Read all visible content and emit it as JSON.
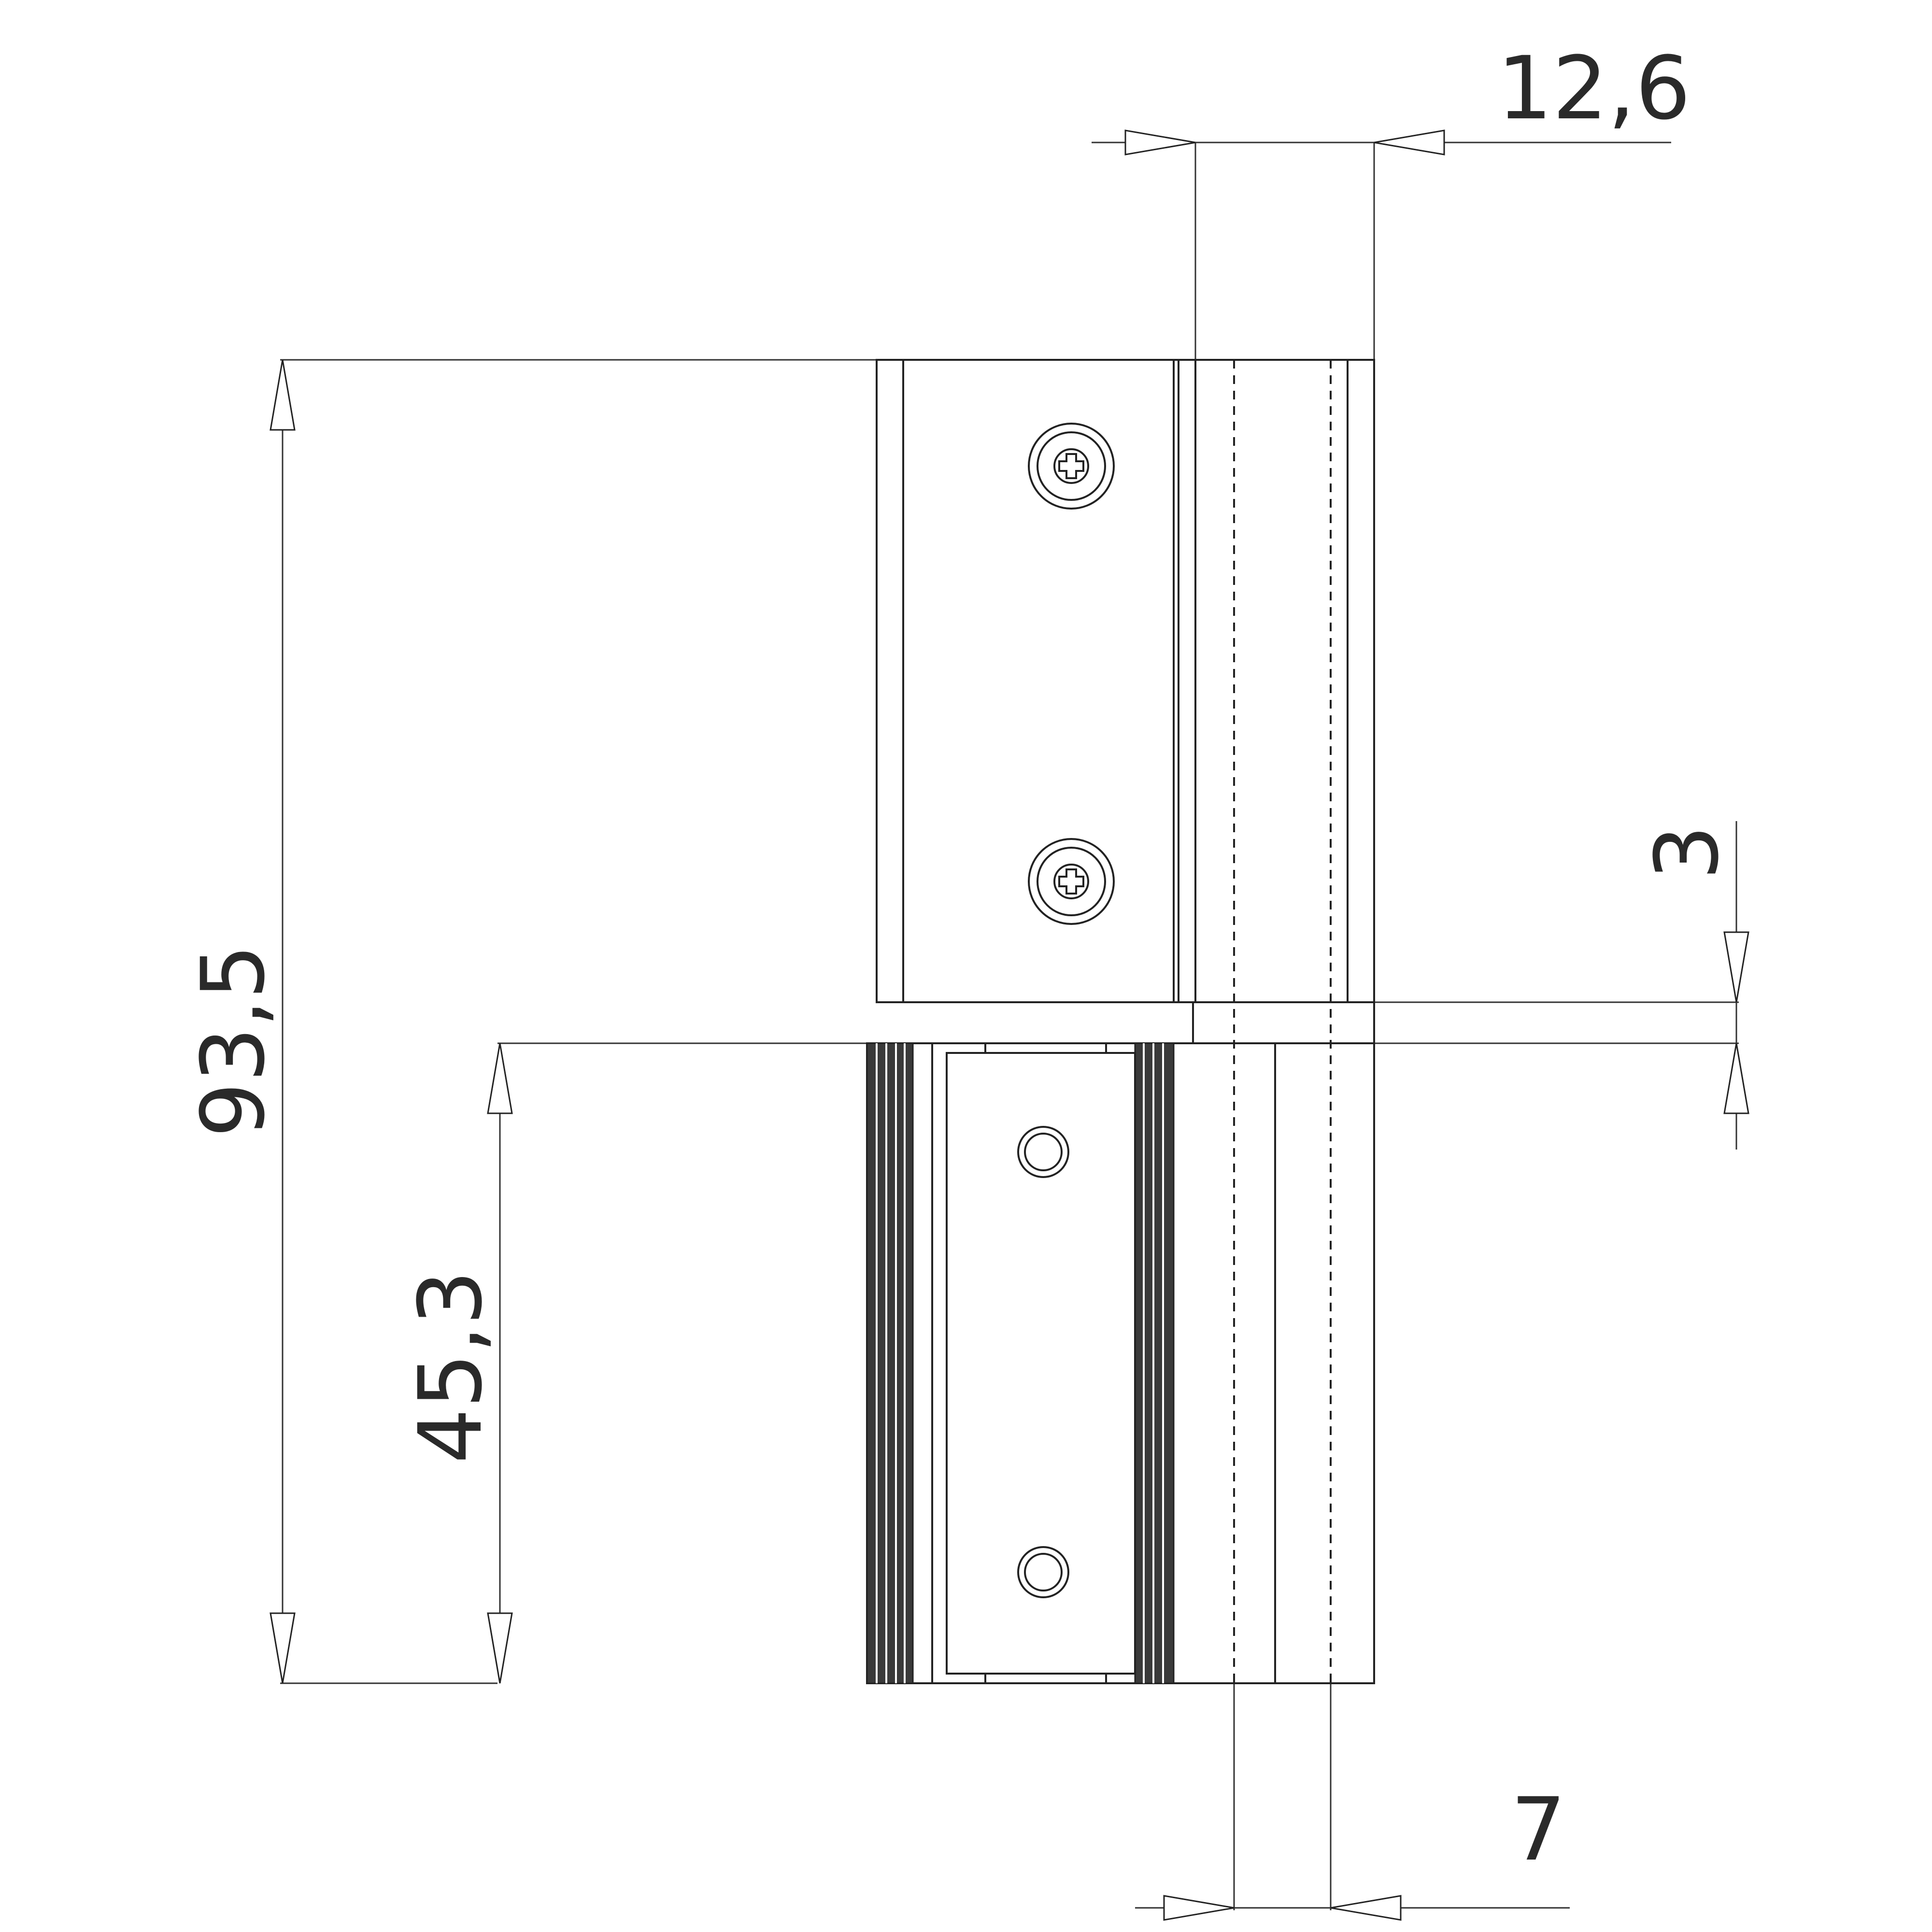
{
  "dimensions": {
    "top_width": "12,6",
    "total_height": "93,5",
    "lower_leaf_height": "45,3",
    "gap": "3",
    "pin_width": "7"
  }
}
